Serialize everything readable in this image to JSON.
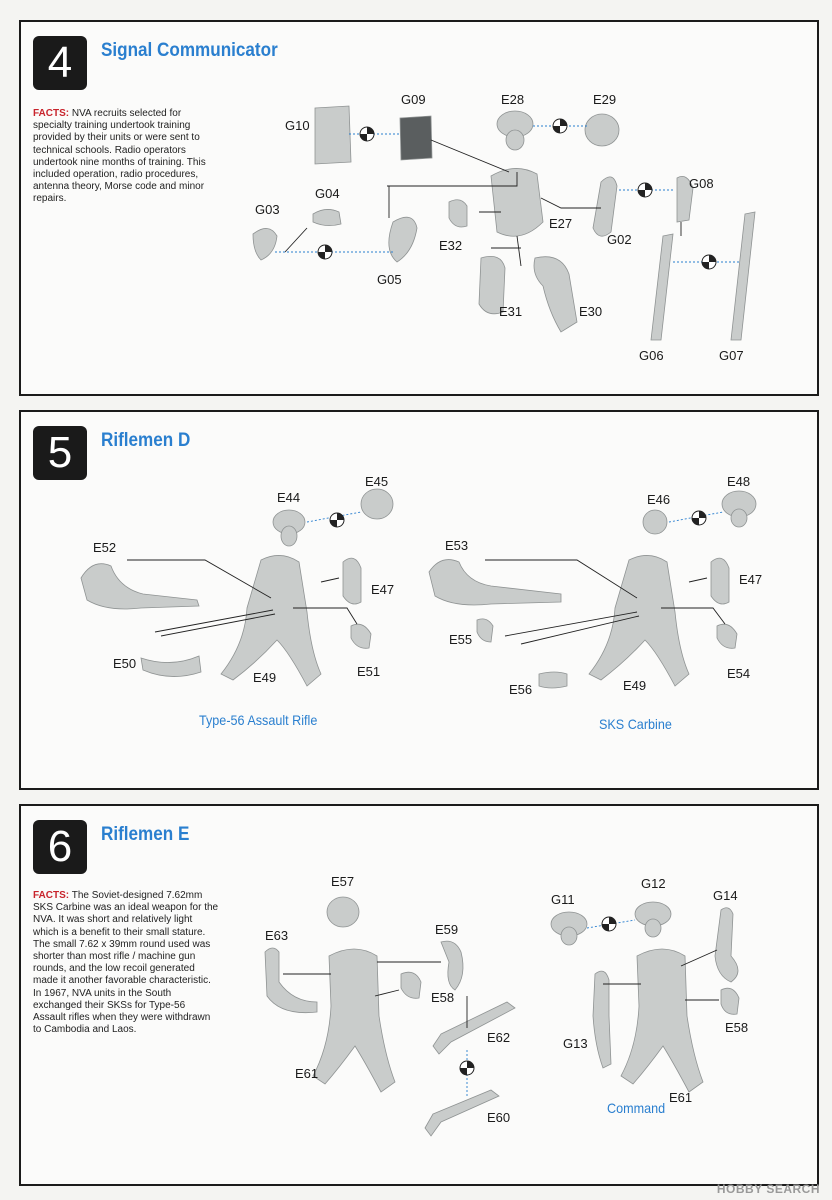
{
  "steps": [
    {
      "number": "4",
      "title": "Signal Communicator",
      "facts_label": "FACTS:",
      "facts_text": "NVA recruits selected for specialty training undertook training provided by their units or were sent to technical schools.  Radio operators undertook nine months of training.  This included operation, radio procedures, antenna theory, Morse code and minor repairs.",
      "parts": [
        "G10",
        "G09",
        "E28",
        "E29",
        "G04",
        "G03",
        "G05",
        "E32",
        "E27",
        "G02",
        "G08",
        "E31",
        "E30",
        "G06",
        "G07"
      ]
    },
    {
      "number": "5",
      "title": "Riflemen D",
      "parts": [
        "E44",
        "E45",
        "E52",
        "E50",
        "E49",
        "E47",
        "E51",
        "E46",
        "E48",
        "E53",
        "E55",
        "E56",
        "E49",
        "E47",
        "E54"
      ],
      "captions": [
        "Type-56 Assault Rifle",
        "SKS Carbine"
      ]
    },
    {
      "number": "6",
      "title": "Riflemen E",
      "facts_label": "FACTS:",
      "facts_text": "The Soviet-designed 7.62mm SKS Carbine was an ideal weapon for the NVA.  It was short and relatively light which is a benefit to their small stature.  The small 7.62 x 39mm round used was shorter than most rifle / machine gun rounds, and the low recoil generated made it another favorable characteristic.  In 1967, NVA units in the South exchanged their SKSs for Type-56 Assault rifles when they were withdrawn to Cambodia and Laos.",
      "parts": [
        "E57",
        "E63",
        "E59",
        "E58",
        "E62",
        "E61",
        "E60",
        "G11",
        "G12",
        "G14",
        "E58",
        "G13",
        "E61"
      ],
      "captions": [
        "Command"
      ]
    }
  ],
  "watermark": "HOBBY SEARCH",
  "colors": {
    "accent": "#2a7fcf",
    "facts": "#c8242c",
    "part": "#c9cccb",
    "dark": "#4c4f50",
    "box": "#1a1a1a"
  }
}
